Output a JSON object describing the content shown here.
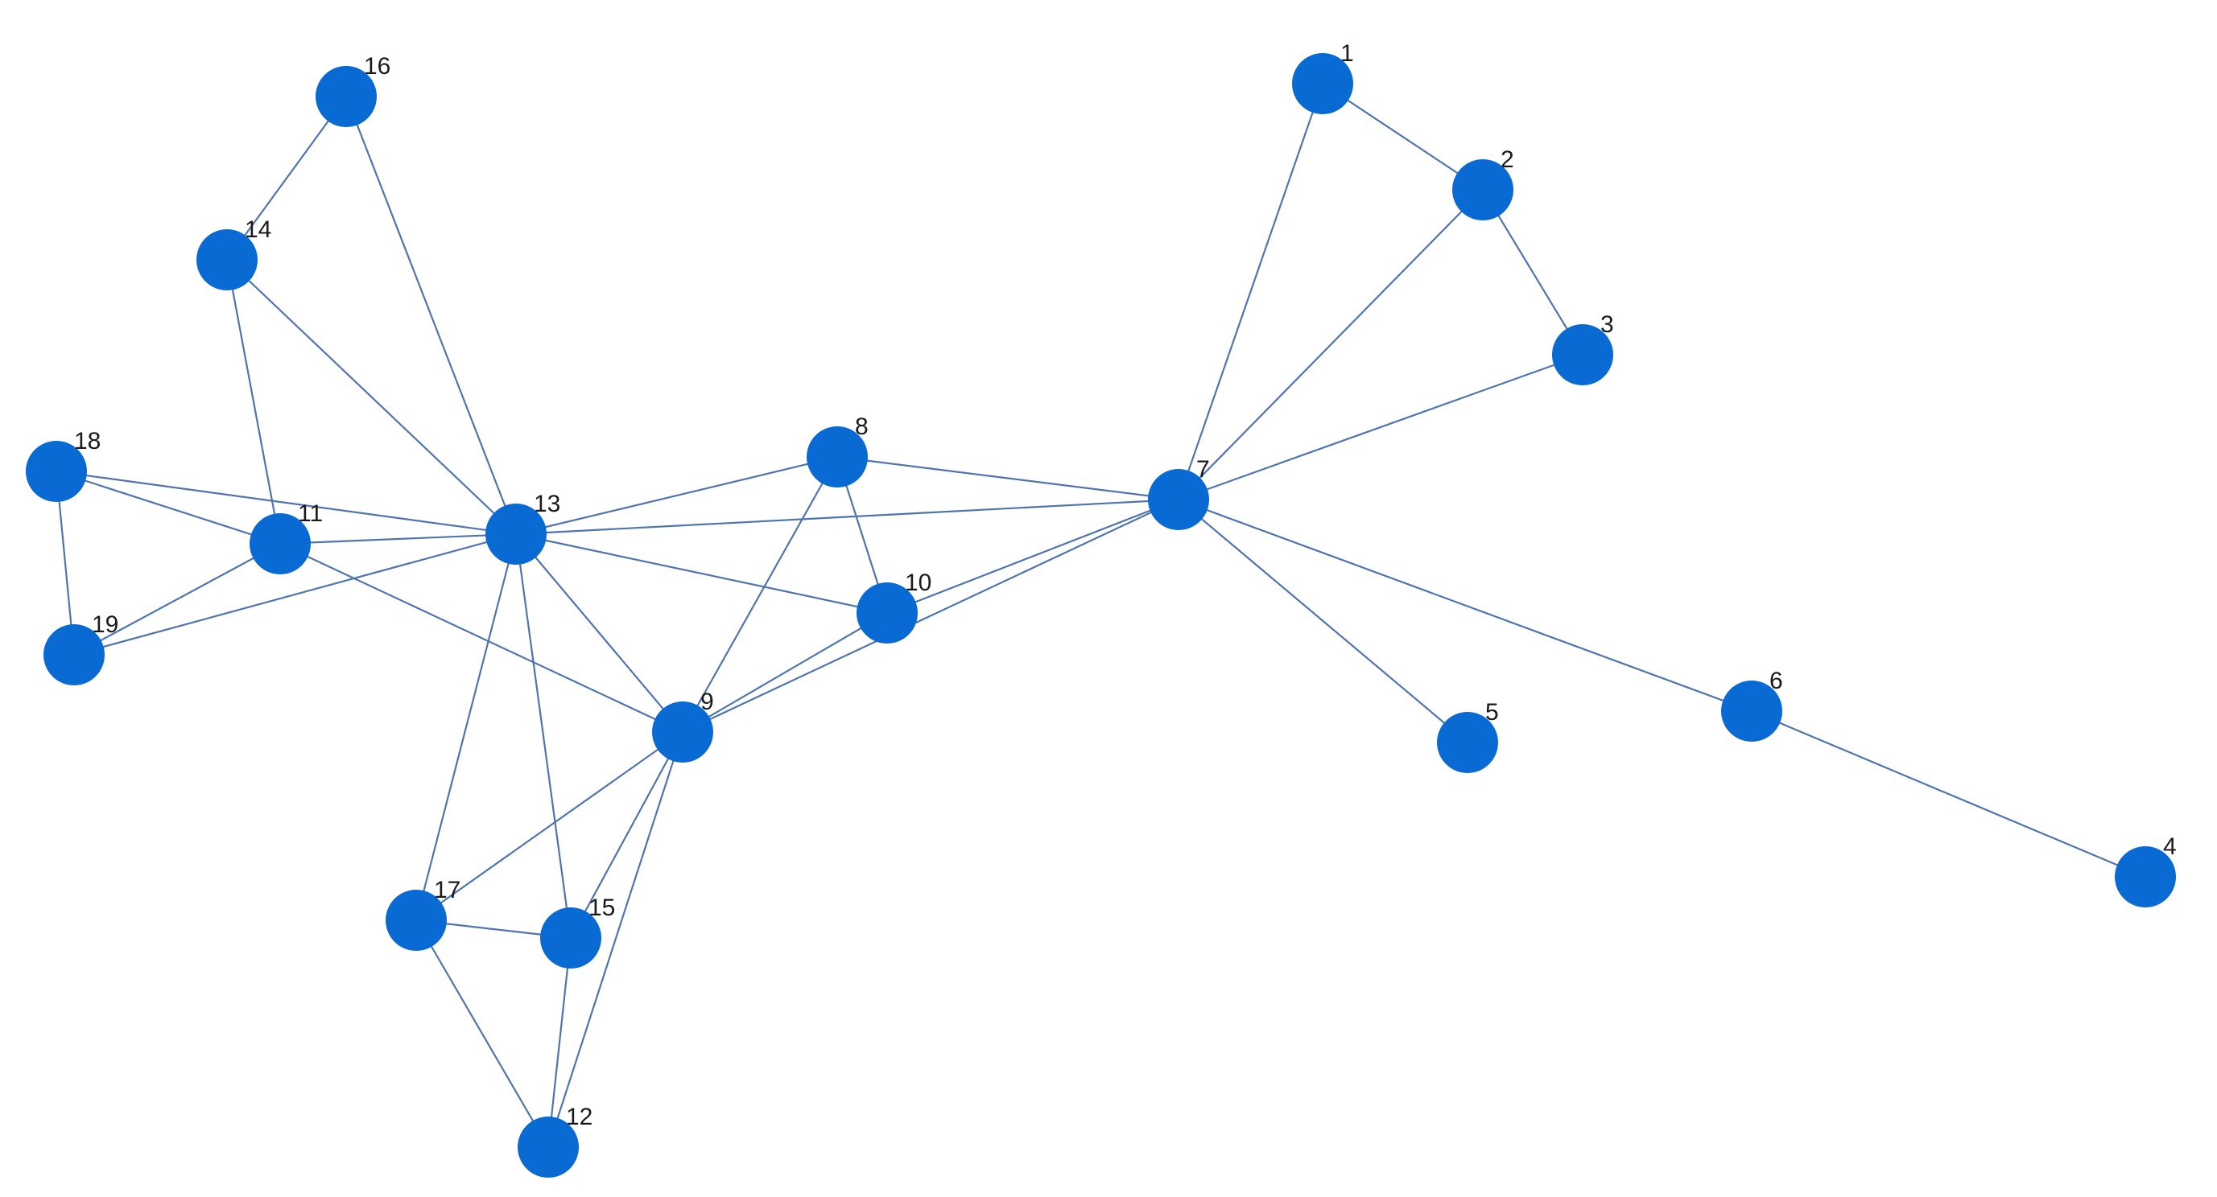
{
  "graph": {
    "node_color": "#0a6ad3",
    "edge_color": "#4f74b0",
    "background": "#ffffff",
    "nodes": [
      {
        "id": "1",
        "label": "1"
      },
      {
        "id": "2",
        "label": "2"
      },
      {
        "id": "3",
        "label": "3"
      },
      {
        "id": "4",
        "label": "4"
      },
      {
        "id": "5",
        "label": "5"
      },
      {
        "id": "6",
        "label": "6"
      },
      {
        "id": "7",
        "label": "7"
      },
      {
        "id": "8",
        "label": "8"
      },
      {
        "id": "9",
        "label": "9"
      },
      {
        "id": "10",
        "label": "10"
      },
      {
        "id": "11",
        "label": "11"
      },
      {
        "id": "12",
        "label": "12"
      },
      {
        "id": "13",
        "label": "13"
      },
      {
        "id": "14",
        "label": "14"
      },
      {
        "id": "15",
        "label": "15"
      },
      {
        "id": "16",
        "label": "16"
      },
      {
        "id": "17",
        "label": "17"
      },
      {
        "id": "18",
        "label": "18"
      },
      {
        "id": "19",
        "label": "19"
      }
    ],
    "edges": [
      [
        "1",
        "2"
      ],
      [
        "2",
        "3"
      ],
      [
        "1",
        "7"
      ],
      [
        "2",
        "7"
      ],
      [
        "3",
        "7"
      ],
      [
        "7",
        "5"
      ],
      [
        "7",
        "6"
      ],
      [
        "6",
        "4"
      ],
      [
        "7",
        "8"
      ],
      [
        "7",
        "13"
      ],
      [
        "7",
        "10"
      ],
      [
        "7",
        "9"
      ],
      [
        "8",
        "13"
      ],
      [
        "8",
        "10"
      ],
      [
        "8",
        "9"
      ],
      [
        "10",
        "13"
      ],
      [
        "10",
        "9"
      ],
      [
        "13",
        "16"
      ],
      [
        "13",
        "14"
      ],
      [
        "13",
        "11"
      ],
      [
        "13",
        "18"
      ],
      [
        "13",
        "19"
      ],
      [
        "13",
        "9"
      ],
      [
        "13",
        "17"
      ],
      [
        "13",
        "15"
      ],
      [
        "16",
        "14"
      ],
      [
        "14",
        "11"
      ],
      [
        "18",
        "11"
      ],
      [
        "18",
        "19"
      ],
      [
        "11",
        "19"
      ],
      [
        "11",
        "9"
      ],
      [
        "9",
        "17"
      ],
      [
        "9",
        "15"
      ],
      [
        "9",
        "12"
      ],
      [
        "17",
        "15"
      ],
      [
        "17",
        "12"
      ],
      [
        "15",
        "12"
      ]
    ]
  }
}
